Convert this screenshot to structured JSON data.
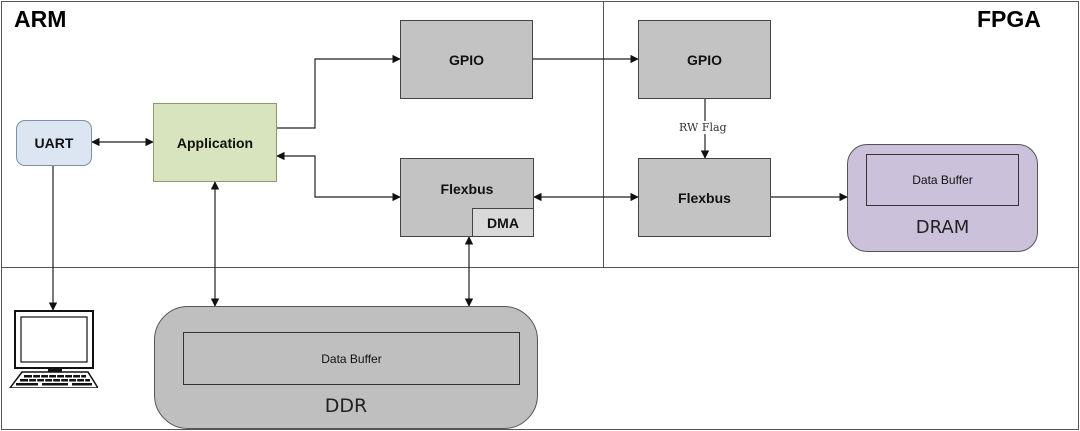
{
  "regions": {
    "arm": "ARM",
    "fpga": "FPGA"
  },
  "blocks": {
    "uart": "UART",
    "application": "Application",
    "gpio_arm": "GPIO",
    "flexbus_arm": "Flexbus",
    "dma": "DMA",
    "gpio_fpga": "GPIO",
    "flexbus_fpga": "Flexbus"
  },
  "memories": {
    "ddr": {
      "buffer_label": "Data Buffer",
      "label": "DDR"
    },
    "dram": {
      "buffer_label": "Data Buffer",
      "label": "DRAM"
    }
  },
  "wire_labels": {
    "rw_flag": "RW Flag"
  },
  "colors": {
    "block_gray": "#c3c3c3",
    "uart_blue": "#dce6f2",
    "application_green": "#d7e4bd",
    "dram_purple": "#ccc1da",
    "ddr_gray": "#bfbfbf"
  }
}
